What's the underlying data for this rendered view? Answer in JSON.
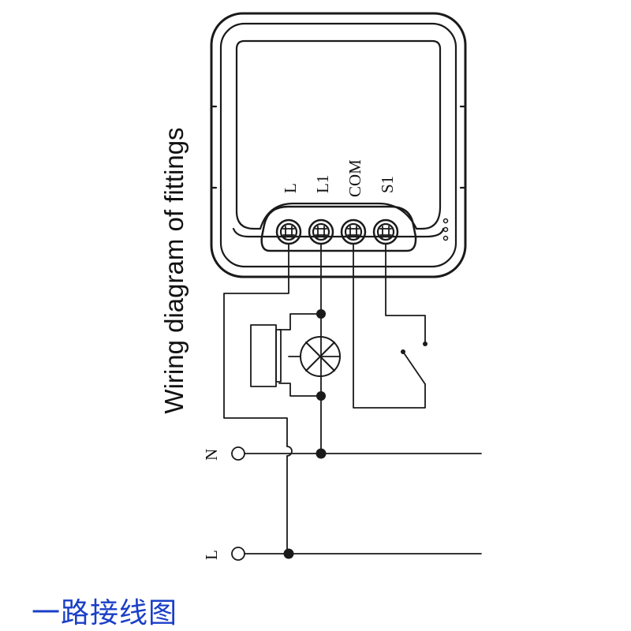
{
  "title": "Wiring diagram of fittings",
  "caption": "一路接线图",
  "caption_color": "#1a3fc7",
  "line_color": "#1a1a1a",
  "terminals": [
    "L",
    "L1",
    "COM",
    "S1"
  ],
  "supply_labels": {
    "neutral": "N",
    "live": "L"
  },
  "icons": [
    "screw-terminal-icon",
    "lamp-icon",
    "capacitor-icon",
    "switch-icon",
    "junction-dot-icon"
  ]
}
